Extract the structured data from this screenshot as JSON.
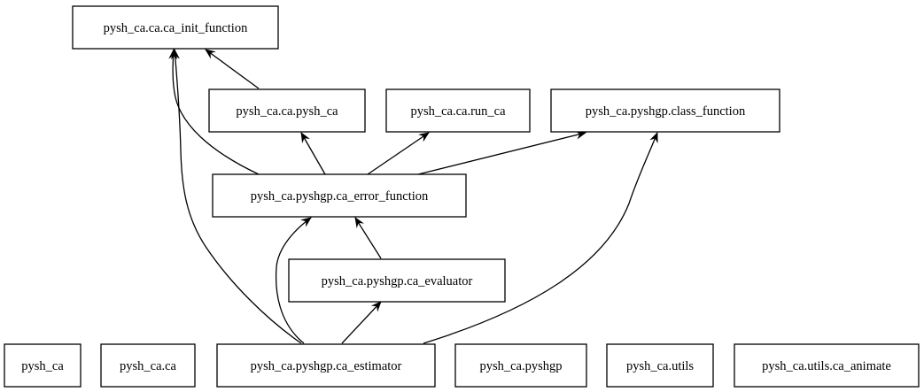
{
  "nodes": {
    "init_function": "pysh_ca.ca.ca_init_function",
    "pysh_ca_mod": "pysh_ca.ca.pysh_ca",
    "run_ca": "pysh_ca.ca.run_ca",
    "class_function": "pysh_ca.pyshgp.class_function",
    "error_function": "pysh_ca.pyshgp.ca_error_function",
    "evaluator": "pysh_ca.pyshgp.ca_evaluator",
    "pkg_pysh_ca": "pysh_ca",
    "pkg_ca": "pysh_ca.ca",
    "estimator": "pysh_ca.pyshgp.ca_estimator",
    "pkg_pyshgp": "pysh_ca.pyshgp",
    "pkg_utils": "pysh_ca.utils",
    "animate": "pysh_ca.utils.ca_animate"
  },
  "edges": [
    {
      "from": "pysh_ca.ca.pysh_ca",
      "to": "pysh_ca.ca.ca_init_function"
    },
    {
      "from": "pysh_ca.pyshgp.ca_error_function",
      "to": "pysh_ca.ca.ca_init_function"
    },
    {
      "from": "pysh_ca.pyshgp.ca_error_function",
      "to": "pysh_ca.ca.pysh_ca"
    },
    {
      "from": "pysh_ca.pyshgp.ca_error_function",
      "to": "pysh_ca.ca.run_ca"
    },
    {
      "from": "pysh_ca.pyshgp.ca_error_function",
      "to": "pysh_ca.pyshgp.class_function"
    },
    {
      "from": "pysh_ca.pyshgp.ca_evaluator",
      "to": "pysh_ca.pyshgp.ca_error_function"
    },
    {
      "from": "pysh_ca.pyshgp.ca_estimator",
      "to": "pysh_ca.ca.ca_init_function"
    },
    {
      "from": "pysh_ca.pyshgp.ca_estimator",
      "to": "pysh_ca.pyshgp.ca_error_function"
    },
    {
      "from": "pysh_ca.pyshgp.ca_estimator",
      "to": "pysh_ca.pyshgp.ca_evaluator"
    },
    {
      "from": "pysh_ca.pyshgp.ca_estimator",
      "to": "pysh_ca.pyshgp.class_function"
    }
  ]
}
